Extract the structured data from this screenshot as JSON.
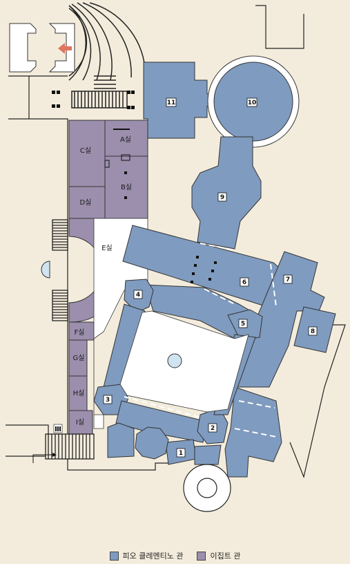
{
  "colors": {
    "background": "#f3ecdc",
    "pio_clementino": "#7f9bbf",
    "egyptian": "#9b8fad",
    "paper": "#ffffff",
    "arrow": "#e0745d",
    "fountain": "#cfe3f1"
  },
  "rooms_egyptian": {
    "a": "A실",
    "b": "B실",
    "c": "C실",
    "d": "D실",
    "e": "E실",
    "f": "F실",
    "g": "G실",
    "h": "H실",
    "i": "I실"
  },
  "rooms_numbered": {
    "r1": "1",
    "r2": "2",
    "r3": "3",
    "r4": "4",
    "r5": "5",
    "r6": "6",
    "r7": "7",
    "r8": "8",
    "r9": "9",
    "r10": "10",
    "r11": "11"
  },
  "legend": {
    "pio_label": "피오 클레멘티노 관",
    "egypt_label": "이집트 관"
  }
}
